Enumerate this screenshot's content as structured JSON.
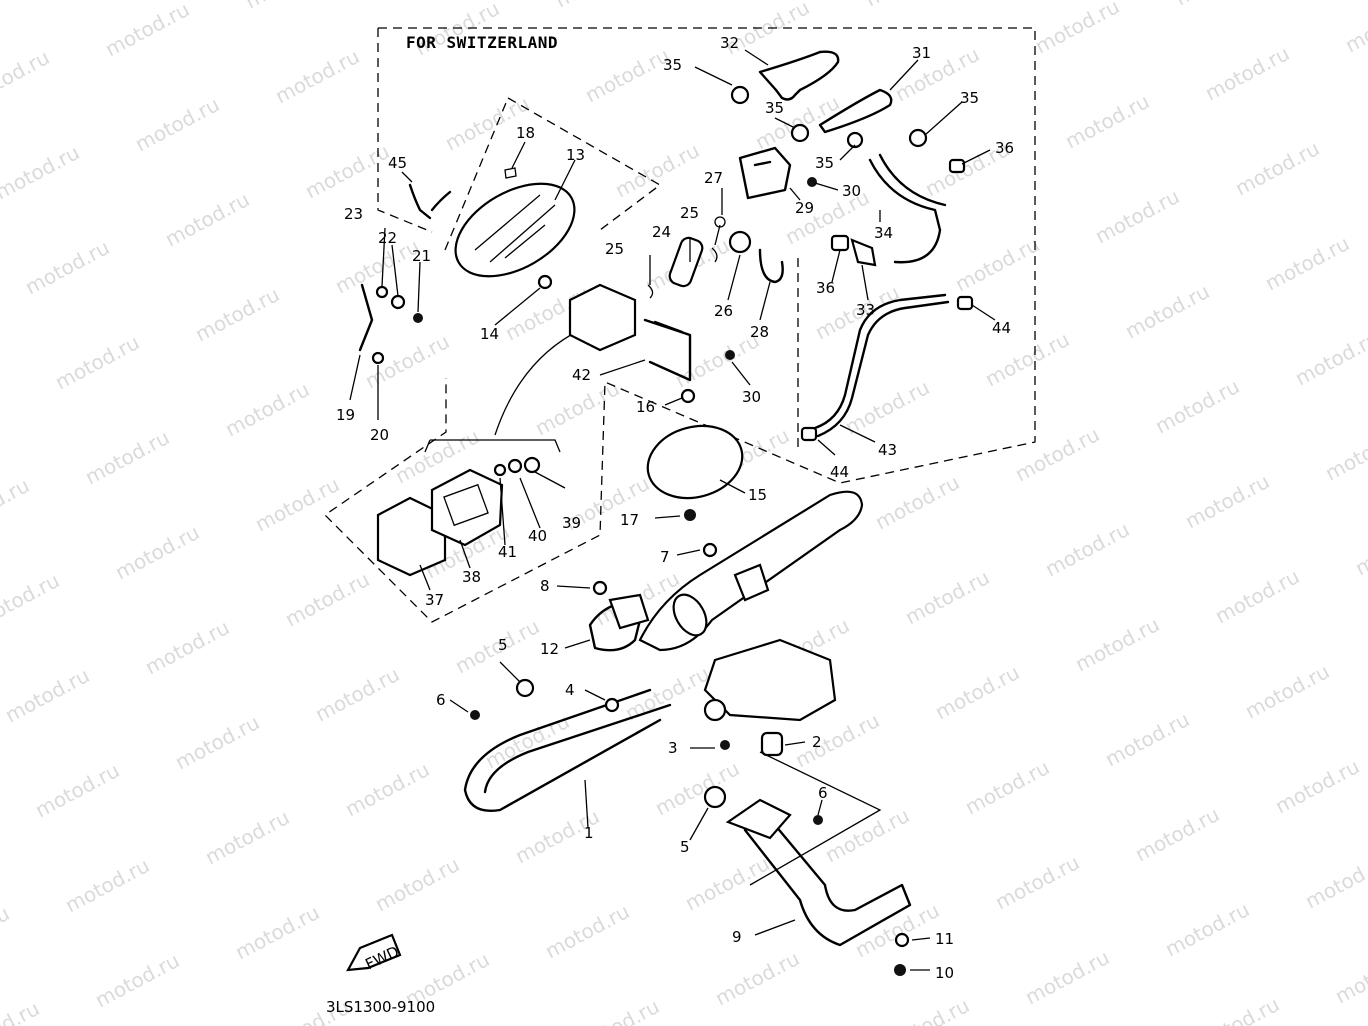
{
  "diagram": {
    "title": "FOR SWITZERLAND",
    "code": "3LS1300-9100",
    "fwd_label": "FWD",
    "watermark": "motod.ru",
    "callouts": [
      {
        "id": "c32",
        "text": "32"
      },
      {
        "id": "c31",
        "text": "31"
      },
      {
        "id": "c35a",
        "text": "35"
      },
      {
        "id": "c35b",
        "text": "35"
      },
      {
        "id": "c35c",
        "text": "35"
      },
      {
        "id": "c35d",
        "text": "35"
      },
      {
        "id": "c36a",
        "text": "36"
      },
      {
        "id": "c18",
        "text": "18"
      },
      {
        "id": "c13",
        "text": "13"
      },
      {
        "id": "c45",
        "text": "45"
      },
      {
        "id": "c27",
        "text": "27"
      },
      {
        "id": "c30a",
        "text": "30"
      },
      {
        "id": "c29",
        "text": "29"
      },
      {
        "id": "c23",
        "text": "23"
      },
      {
        "id": "c22",
        "text": "22"
      },
      {
        "id": "c21",
        "text": "21"
      },
      {
        "id": "c25a",
        "text": "25"
      },
      {
        "id": "c24",
        "text": "24"
      },
      {
        "id": "c25b",
        "text": "25"
      },
      {
        "id": "c34",
        "text": "34"
      },
      {
        "id": "c36b",
        "text": "36"
      },
      {
        "id": "c33",
        "text": "33"
      },
      {
        "id": "c26",
        "text": "26"
      },
      {
        "id": "c28",
        "text": "28"
      },
      {
        "id": "c14",
        "text": "14"
      },
      {
        "id": "c44a",
        "text": "44"
      },
      {
        "id": "c42",
        "text": "42"
      },
      {
        "id": "c30b",
        "text": "30"
      },
      {
        "id": "c19",
        "text": "19"
      },
      {
        "id": "c20",
        "text": "20"
      },
      {
        "id": "c16",
        "text": "16"
      },
      {
        "id": "c43",
        "text": "43"
      },
      {
        "id": "c44b",
        "text": "44"
      },
      {
        "id": "c15",
        "text": "15"
      },
      {
        "id": "c39",
        "text": "39"
      },
      {
        "id": "c40",
        "text": "40"
      },
      {
        "id": "c41",
        "text": "41"
      },
      {
        "id": "c17",
        "text": "17"
      },
      {
        "id": "c7",
        "text": "7"
      },
      {
        "id": "c38",
        "text": "38"
      },
      {
        "id": "c37",
        "text": "37"
      },
      {
        "id": "c8",
        "text": "8"
      },
      {
        "id": "c12",
        "text": "12"
      },
      {
        "id": "c5a",
        "text": "5"
      },
      {
        "id": "c4",
        "text": "4"
      },
      {
        "id": "c6a",
        "text": "6"
      },
      {
        "id": "c2",
        "text": "2"
      },
      {
        "id": "c3",
        "text": "3"
      },
      {
        "id": "c1",
        "text": "1"
      },
      {
        "id": "c6b",
        "text": "6"
      },
      {
        "id": "c5b",
        "text": "5"
      },
      {
        "id": "c9",
        "text": "9"
      },
      {
        "id": "c11",
        "text": "11"
      },
      {
        "id": "c10",
        "text": "10"
      }
    ]
  }
}
